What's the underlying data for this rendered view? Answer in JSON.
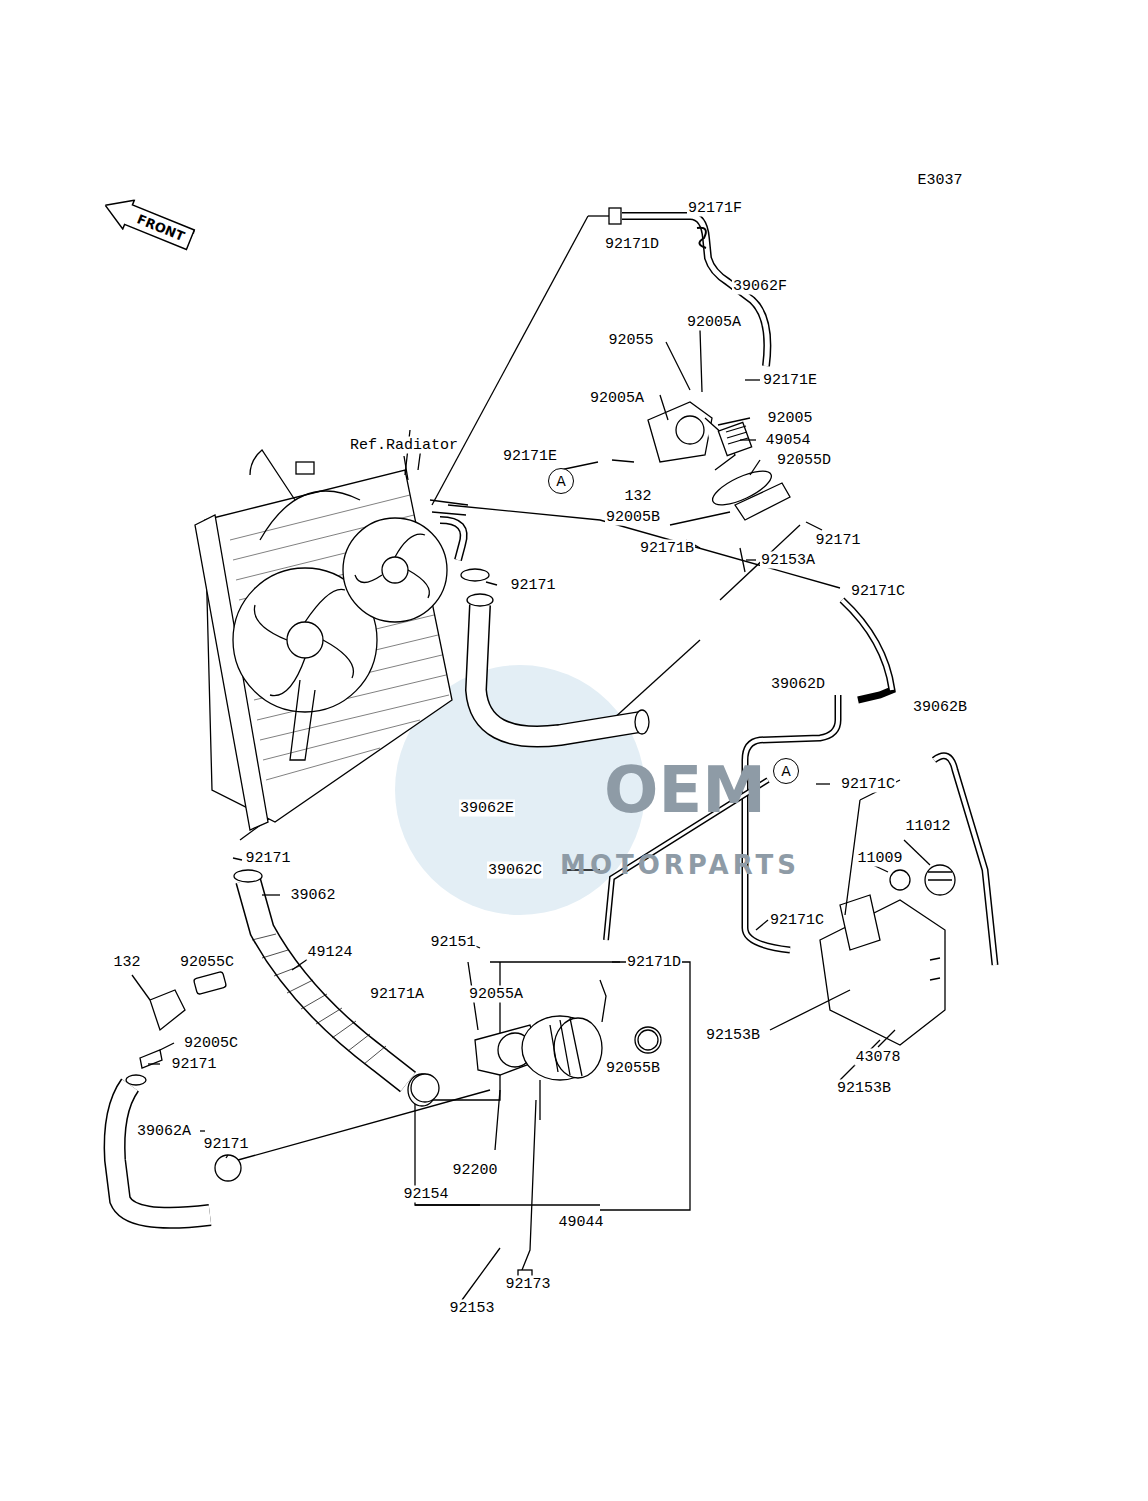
{
  "diagram": {
    "nodes": [
      {
        "text": [
          "FRONT"
        ]
      },
      {
        "text": [
          "A"
        ]
      },
      {
        "text": [
          "A"
        ]
      }
    ],
    "labels": [
      "E3037",
      "92171F",
      "92171D",
      "39062F",
      "92005A",
      "92055",
      "92171E",
      "92005A",
      "92005",
      "Ref.Radiator",
      "49054",
      "92171E",
      "92055D",
      "132",
      "92005B",
      "92171",
      "92171B",
      "92153A",
      "92171",
      "92171C",
      "39062D",
      "39062B",
      "92171C",
      "39062E",
      "11012",
      "92171",
      "11009",
      "39062",
      "39062C",
      "92151",
      "92171C",
      "92171D",
      "132",
      "92055C",
      "49124",
      "92171A",
      "92055A",
      "43078",
      "92153B",
      "92005C",
      "92055B",
      "92171",
      "92153B",
      "39062A",
      "92171",
      "92200",
      "92154",
      "49044",
      "92173",
      "92153",
      "OEM",
      "MOTORPARTS"
    ]
  }
}
